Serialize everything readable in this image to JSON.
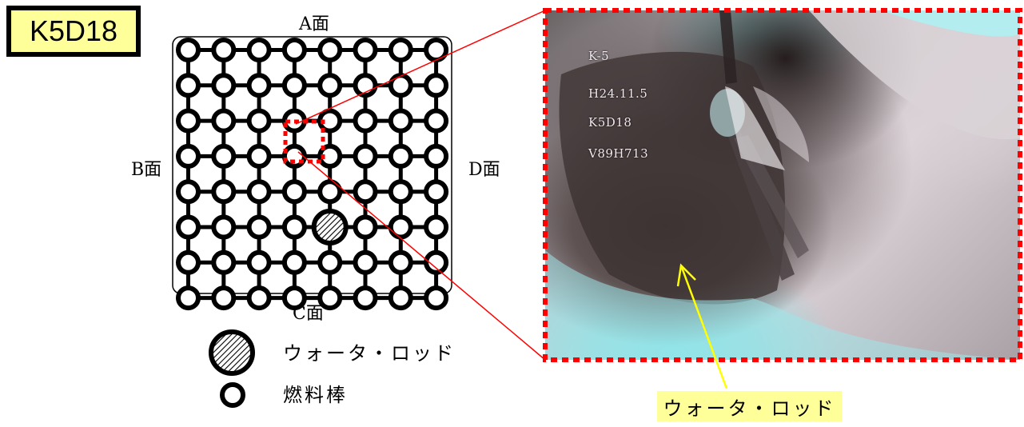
{
  "badge": {
    "label": "K5D18"
  },
  "faces": {
    "a": "A面",
    "b": "B面",
    "c": "C面",
    "d": "D面"
  },
  "legend": {
    "water_rod": "ウォータ・ロッド",
    "fuel_rod": "燃料棒"
  },
  "photo": {
    "overlay_lines": [
      "K-5",
      "H24.11.5",
      "K5D18",
      "V89H713"
    ]
  },
  "callout": {
    "label": "ウォータ・ロッド"
  },
  "colors": {
    "highlight": "#ff0000",
    "callout_bg": "#ffff99",
    "arrow": "#ffff00"
  },
  "grid": {
    "rows": 8,
    "cols": 8,
    "water_rod_position": {
      "row": 5,
      "col": 4
    },
    "highlight_position": {
      "row": 4,
      "col": 4
    }
  }
}
